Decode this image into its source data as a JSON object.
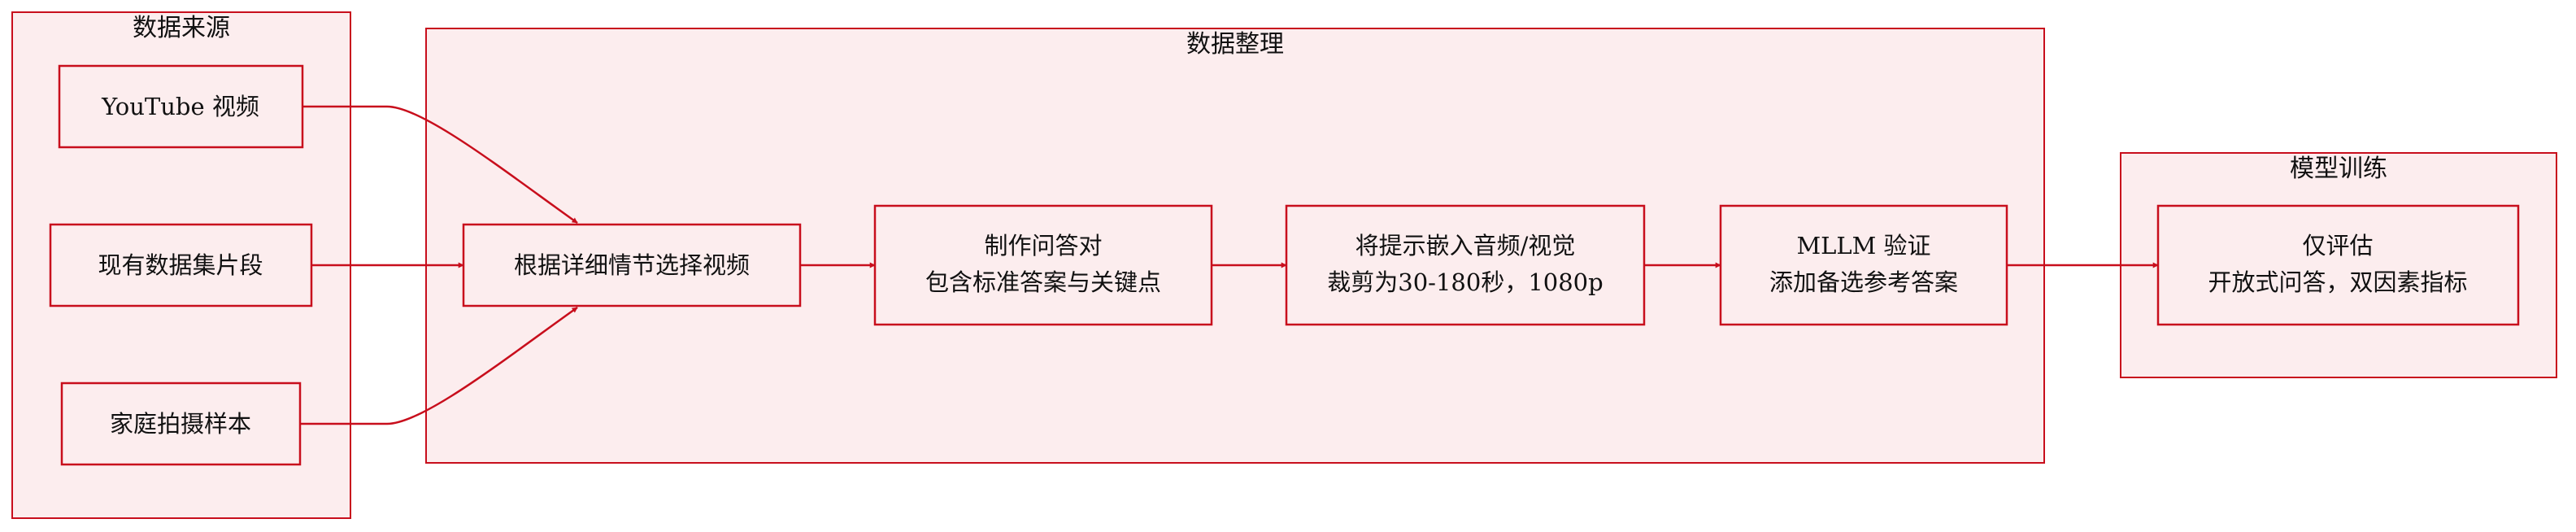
{
  "colors": {
    "stroke": "#c80e1c",
    "fill": "#fcedee",
    "text": "#111111"
  },
  "clusters": {
    "sources": {
      "title": "数据来源"
    },
    "curation": {
      "title": "数据整理"
    },
    "training": {
      "title": "模型训练"
    }
  },
  "nodes": {
    "youtube": {
      "line1": "YouTube 视频"
    },
    "existing": {
      "line1": "现有数据集片段"
    },
    "home": {
      "line1": "家庭拍摄样本"
    },
    "select": {
      "line1": "根据详细情节选择视频"
    },
    "qa": {
      "line1": "制作问答对",
      "line2": "包含标准答案与关键点"
    },
    "embed": {
      "line1": "将提示嵌入音频/视觉",
      "line2": "裁剪为30-180秒，1080p"
    },
    "verify": {
      "line1": "MLLM 验证",
      "line2": "添加备选参考答案"
    },
    "eval": {
      "line1": "仅评估",
      "line2": "开放式问答，双因素指标"
    }
  }
}
